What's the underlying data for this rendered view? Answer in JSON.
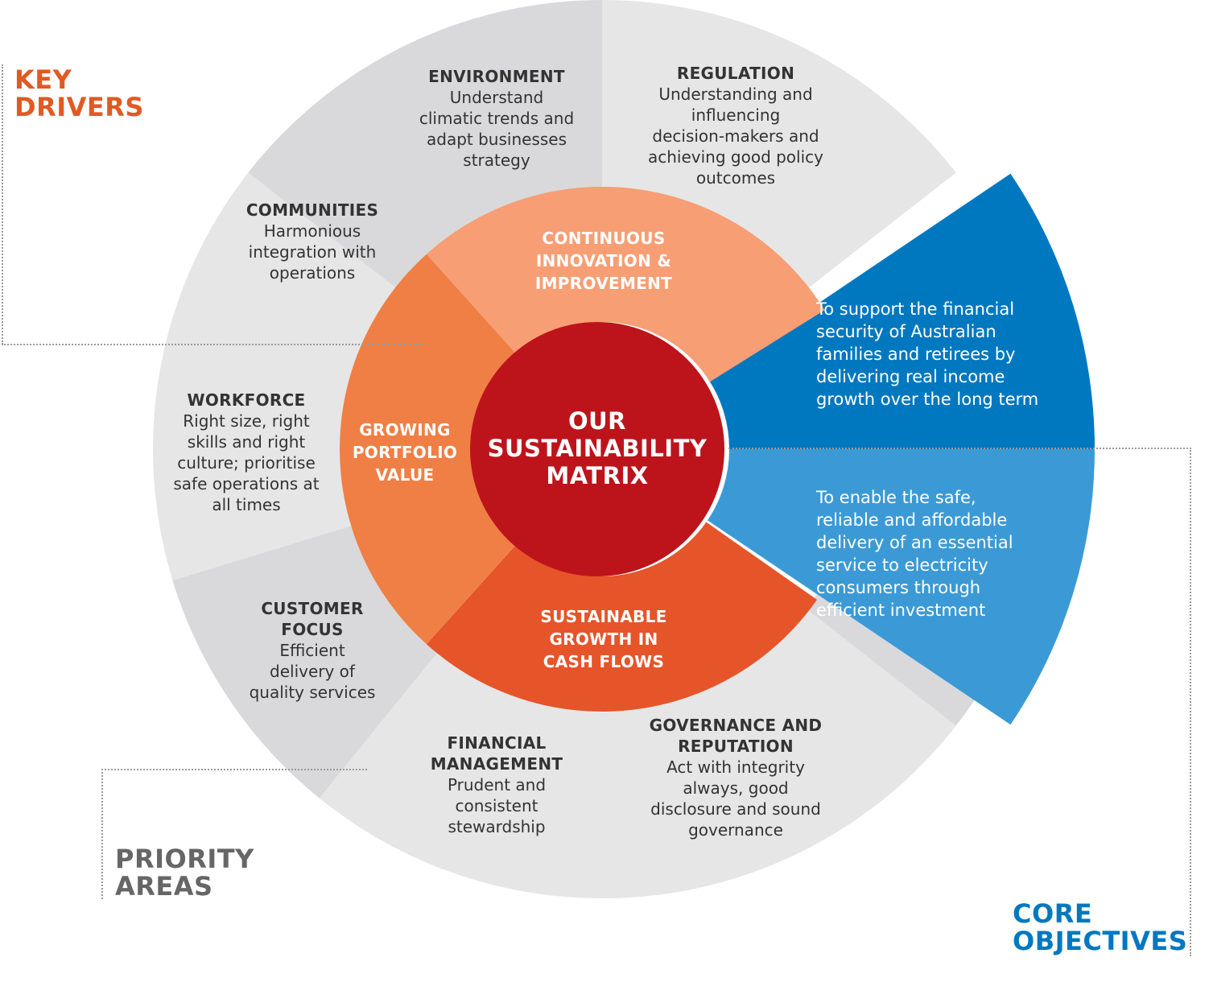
{
  "colors": {
    "outer_light": "#e6e6e7",
    "outer_dark": "#d9d9db",
    "ring_innovation": "#f79e74",
    "ring_portfolio": "#f07f45",
    "ring_cashflow": "#e6542a",
    "core": "#bd141c",
    "objective_dark": "#0078c0",
    "objective_light": "#3b9ad6",
    "key_drivers": "#e05a24",
    "priority_areas": "#666666",
    "core_objectives": "#0078c0"
  },
  "corner_labels": {
    "key_drivers": [
      "KEY",
      "DRIVERS"
    ],
    "priority_areas": [
      "PRIORITY",
      "AREAS"
    ],
    "core_objectives": [
      "CORE",
      "OBJECTIVES"
    ]
  },
  "center_lines": [
    "OUR",
    "SUSTAINABILITY",
    "MATRIX"
  ],
  "key_drivers": [
    {
      "title": [
        "ENVIRONMENT"
      ],
      "text": [
        "Understand",
        "climatic trends and",
        "adapt businesses",
        "strategy"
      ]
    },
    {
      "title": [
        "REGULATION"
      ],
      "text": [
        "Understanding and",
        "influencing",
        "decision-makers and",
        "achieving good policy",
        "outcomes"
      ]
    },
    {
      "title": [
        "COMMUNITIES"
      ],
      "text": [
        "Harmonious",
        "integration with",
        "operations"
      ]
    }
  ],
  "priority_areas": [
    {
      "title": [
        "WORKFORCE"
      ],
      "text": [
        "Right size, right",
        "skills and right",
        "culture; prioritise",
        "safe operations at",
        "all times"
      ]
    },
    {
      "title": [
        "CUSTOMER",
        "FOCUS"
      ],
      "text": [
        "Efficient",
        "delivery of",
        "quality services"
      ]
    },
    {
      "title": [
        "FINANCIAL",
        "MANAGEMENT"
      ],
      "text": [
        "Prudent and",
        "consistent",
        "stewardship"
      ]
    },
    {
      "title": [
        "GOVERNANCE AND",
        "REPUTATION"
      ],
      "text": [
        "Act with integrity",
        "always, good",
        "disclosure and sound",
        "governance"
      ]
    }
  ],
  "ring": {
    "innovation": [
      "CONTINUOUS",
      "INNOVATION &",
      "IMPROVEMENT"
    ],
    "portfolio": [
      "GROWING",
      "PORTFOLIO",
      "VALUE"
    ],
    "cashflow": [
      "SUSTAINABLE",
      "GROWTH IN",
      "CASH FLOWS"
    ]
  },
  "core_objectives": [
    {
      "text": [
        "To support the financial",
        "security of Australian",
        "families and retirees by",
        "delivering real income",
        "growth over the long term"
      ]
    },
    {
      "text": [
        "To enable the safe,",
        "reliable and affordable",
        "delivery of an essential",
        "service to electricity",
        "consumers through",
        "efficient investment"
      ]
    }
  ]
}
